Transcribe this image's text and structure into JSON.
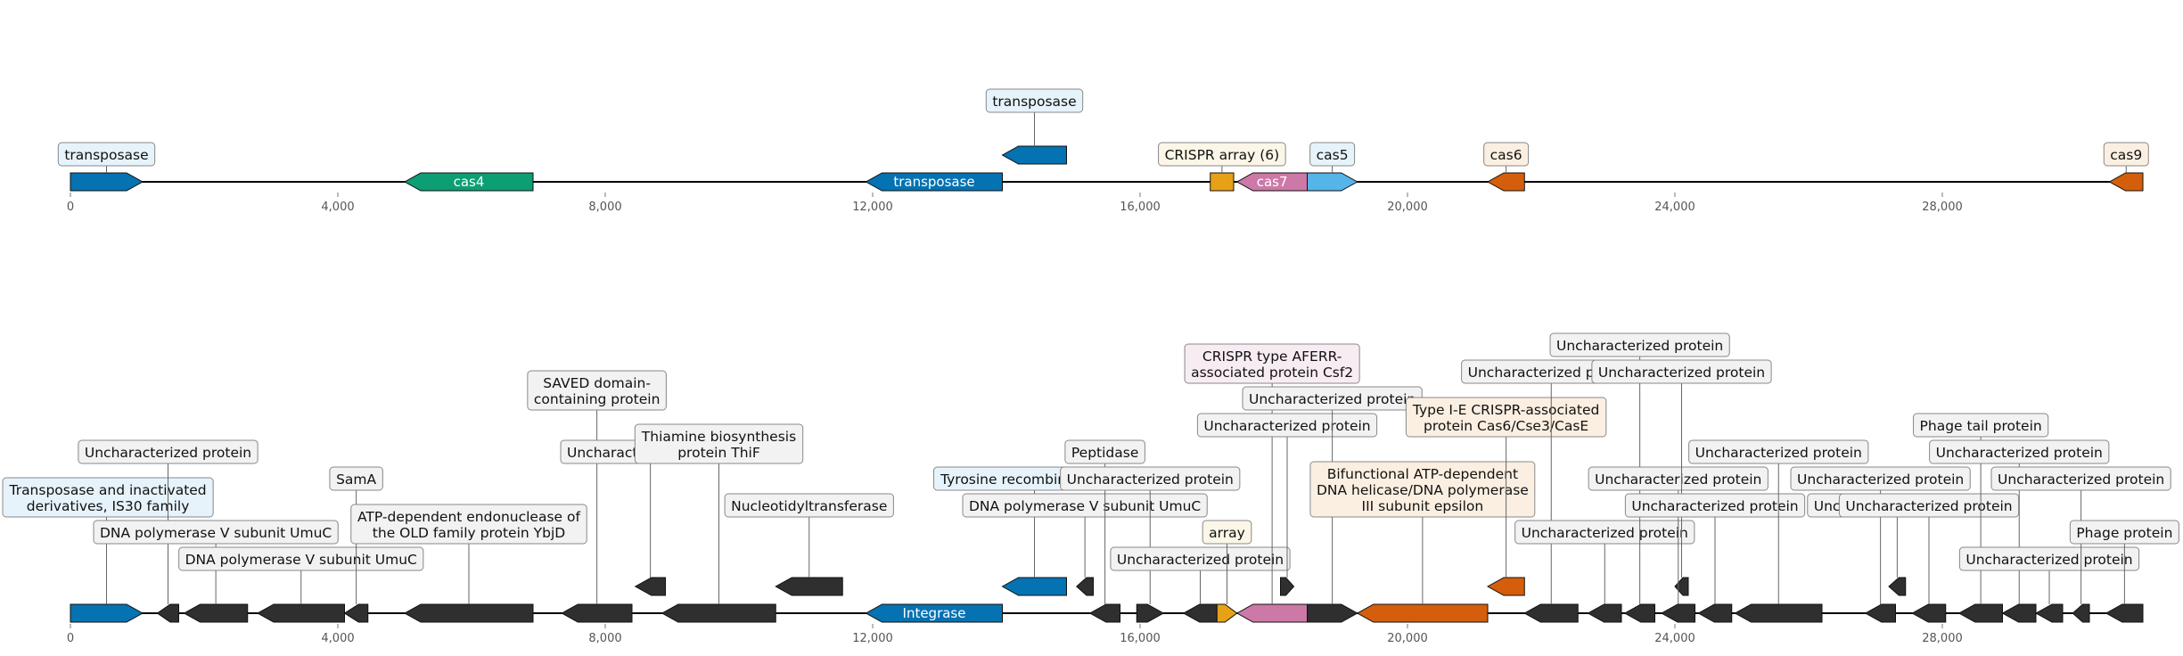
{
  "colors": {
    "transposase": "#0572b2",
    "cas4": "#0c9e74",
    "crispr_array": "#e7a116",
    "cas7": "#cc79a7",
    "cas5": "#55b4e8",
    "cas6": "#d45e0c",
    "cas9": "#d45e0c",
    "integrase": "#0572b2",
    "other": "#2f2f2f",
    "label_blue_bg": "#e6f3fb",
    "label_orange_bg": "#fbefe1",
    "label_yellow_bg": "#fbf6e7",
    "label_pink_bg": "#f8ecf3",
    "label_gray_bg": "#f2f2f2"
  },
  "axis_ticks": [
    {
      "value": 0,
      "label": "0"
    },
    {
      "value": 4000,
      "label": "4,000"
    },
    {
      "value": 8000,
      "label": "8,000"
    },
    {
      "value": 12000,
      "label": "12,000"
    },
    {
      "value": 16000,
      "label": "16,000"
    },
    {
      "value": 20000,
      "label": "20,000"
    },
    {
      "value": 24000,
      "label": "24,000"
    },
    {
      "value": 28000,
      "label": "28,000"
    }
  ],
  "tracks": [
    {
      "name": "top",
      "genes": [
        {
          "start": 0,
          "end": 1080,
          "strand": 1,
          "row": 0,
          "color": "transposase",
          "text": "",
          "label": "transposase",
          "lrow": 0,
          "lbg": "label_blue_bg"
        },
        {
          "start": 5000,
          "end": 6920,
          "strand": -1,
          "row": 0,
          "color": "cas4",
          "text": "cas4",
          "label": "",
          "lrow": 0,
          "lbg": "label_gray_bg"
        },
        {
          "start": 11900,
          "end": 13940,
          "strand": -1,
          "row": 0,
          "color": "transposase",
          "text": "transposase",
          "label": "",
          "lrow": 0,
          "lbg": "label_gray_bg"
        },
        {
          "start": 13940,
          "end": 14900,
          "strand": -1,
          "row": 1,
          "color": "transposase",
          "text": "",
          "label": "transposase",
          "lrow": 1,
          "lbg": "label_blue_bg"
        },
        {
          "start": 17050,
          "end": 17400,
          "strand": 0,
          "row": 0,
          "color": "crispr_array",
          "text": "",
          "label": "CRISPR array (6)",
          "lrow": 0,
          "lbg": "label_yellow_bg"
        },
        {
          "start": 17450,
          "end": 18500,
          "strand": -1,
          "row": 0,
          "color": "cas7",
          "text": "cas7",
          "label": "",
          "lrow": 0,
          "lbg": "label_gray_bg"
        },
        {
          "start": 18500,
          "end": 19250,
          "strand": 1,
          "row": 0,
          "color": "cas5",
          "text": "",
          "label": "cas5",
          "lrow": 0,
          "lbg": "label_blue_bg"
        },
        {
          "start": 21200,
          "end": 21750,
          "strand": -1,
          "row": 0,
          "color": "cas6",
          "text": "",
          "label": "cas6",
          "lrow": 0,
          "lbg": "label_orange_bg"
        },
        {
          "start": 30500,
          "end": 31000,
          "strand": -1,
          "row": 0,
          "color": "cas9",
          "text": "",
          "label": "cas9",
          "lrow": 0,
          "lbg": "label_orange_bg"
        }
      ]
    },
    {
      "name": "bottom",
      "genes": [
        {
          "start": 0,
          "end": 1080,
          "strand": 1,
          "row": 0,
          "color": "transposase",
          "text": "",
          "label": "Transposase and inactivated\nderivatives, IS30 family",
          "lrow": 3,
          "lbg": "label_blue_bg"
        },
        {
          "start": 1300,
          "end": 1620,
          "strand": -1,
          "row": 0,
          "color": "other",
          "text": "",
          "label": "Uncharacterized protein",
          "lrow": 5,
          "lbg": "label_gray_bg"
        },
        {
          "start": 1700,
          "end": 2650,
          "strand": -1,
          "row": 0,
          "color": "other",
          "text": "",
          "label": "DNA polymerase V subunit UmuC",
          "lrow": 2,
          "lbg": "label_gray_bg"
        },
        {
          "start": 2800,
          "end": 4100,
          "strand": -1,
          "row": 0,
          "color": "other",
          "text": "",
          "label": "DNA polymerase V subunit UmuC",
          "lrow": 1,
          "lbg": "label_gray_bg"
        },
        {
          "start": 4100,
          "end": 4450,
          "strand": -1,
          "row": 0,
          "color": "other",
          "text": "",
          "label": "SamA",
          "lrow": 4,
          "lbg": "label_gray_bg"
        },
        {
          "start": 5000,
          "end": 6920,
          "strand": -1,
          "row": 0,
          "color": "other",
          "text": "",
          "label": "ATP-dependent endonuclease of\nthe OLD family protein YbjD",
          "lrow": 2,
          "lbg": "label_gray_bg"
        },
        {
          "start": 7350,
          "end": 8400,
          "strand": -1,
          "row": 0,
          "color": "other",
          "text": "",
          "label": "SAVED domain-\ncontaining protein",
          "lrow": 7,
          "lbg": "label_gray_bg"
        },
        {
          "start": 8450,
          "end": 8900,
          "strand": -1,
          "row": 1,
          "color": "other",
          "text": "",
          "label": "Uncharacterized protein",
          "lrow": 4,
          "lbg": "label_gray_bg"
        },
        {
          "start": 8850,
          "end": 10550,
          "strand": -1,
          "row": 0,
          "color": "other",
          "text": "",
          "label": "Thiamine biosynthesis\nprotein ThiF",
          "lrow": 5,
          "lbg": "label_gray_bg"
        },
        {
          "start": 10550,
          "end": 11550,
          "strand": -1,
          "row": 1,
          "color": "other",
          "text": "",
          "label": "Nucleotidyltransferase",
          "lrow": 2,
          "lbg": "label_gray_bg"
        },
        {
          "start": 11900,
          "end": 13940,
          "strand": -1,
          "row": 0,
          "color": "integrase",
          "text": "Integrase",
          "label": "",
          "lrow": 0,
          "lbg": "label_gray_bg"
        },
        {
          "start": 13940,
          "end": 14900,
          "strand": -1,
          "row": 1,
          "color": "integrase",
          "text": "",
          "label": "Tyrosine recombinase XerD",
          "lrow": 3,
          "lbg": "label_blue_bg"
        },
        {
          "start": 15050,
          "end": 15300,
          "strand": -1,
          "row": 1,
          "color": "other",
          "text": "",
          "label": "DNA polymerase V subunit UmuC",
          "lrow": 2,
          "lbg": "label_gray_bg"
        },
        {
          "start": 15250,
          "end": 15700,
          "strand": -1,
          "row": 0,
          "color": "other",
          "text": "",
          "label": "Peptidase",
          "lrow": 5,
          "lbg": "label_gray_bg"
        },
        {
          "start": 15950,
          "end": 16350,
          "strand": 1,
          "row": 0,
          "color": "other",
          "text": "",
          "label": "Uncharacterized protein",
          "lrow": 4,
          "lbg": "label_gray_bg"
        },
        {
          "start": 16650,
          "end": 17150,
          "strand": -1,
          "row": 0,
          "color": "other",
          "text": "",
          "label": "Uncharacterized protein",
          "lrow": 1,
          "lbg": "label_gray_bg"
        },
        {
          "start": 17150,
          "end": 17450,
          "strand": 1,
          "row": 0,
          "color": "crispr_array",
          "text": "",
          "label": "array",
          "lrow": 2,
          "lbg": "label_yellow_bg"
        },
        {
          "start": 17450,
          "end": 18500,
          "strand": -1,
          "row": 0,
          "color": "cas7",
          "text": "",
          "label": "CRISPR type AFERR-\nassociated protein Csf2",
          "lrow": 8,
          "lbg": "label_pink_bg"
        },
        {
          "start": 18100,
          "end": 18300,
          "strand": 1,
          "row": 1,
          "color": "other",
          "text": "",
          "label": "Uncharacterized protein",
          "lrow": 5,
          "lbg": "label_gray_bg"
        },
        {
          "start": 18500,
          "end": 19250,
          "strand": 1,
          "row": 0,
          "color": "other",
          "text": "",
          "label": "Uncharacterized protein",
          "lrow": 7,
          "lbg": "label_gray_bg"
        },
        {
          "start": 19250,
          "end": 21200,
          "strand": -1,
          "row": 0,
          "color": "cas6",
          "text": "",
          "label": "Bifunctional ATP-dependent\nDNA helicase/DNA polymerase\nIII subunit epsilon",
          "lrow": 3,
          "lbg": "label_orange_bg"
        },
        {
          "start": 21200,
          "end": 21750,
          "strand": -1,
          "row": 1,
          "color": "cas6",
          "text": "",
          "label": "Type I-E CRISPR-associated\nprotein Cas6/Cse3/CasE",
          "lrow": 5,
          "lbg": "label_orange_bg"
        },
        {
          "start": 21750,
          "end": 22550,
          "strand": -1,
          "row": 0,
          "color": "other",
          "text": "",
          "label": "Uncharacterized protein",
          "lrow": 8,
          "lbg": "label_gray_bg"
        },
        {
          "start": 22700,
          "end": 23200,
          "strand": -1,
          "row": 0,
          "color": "other",
          "text": "",
          "label": "Uncharacterized protein",
          "lrow": 2,
          "lbg": "label_gray_bg"
        },
        {
          "start": 23250,
          "end": 23700,
          "strand": -1,
          "row": 0,
          "color": "other",
          "text": "",
          "label": "Uncharacterized protein",
          "lrow": 9,
          "lbg": "label_gray_bg"
        },
        {
          "start": 23800,
          "end": 24300,
          "strand": -1,
          "row": 0,
          "color": "other",
          "text": "",
          "label": "Uncharacterized protein",
          "lrow": 4,
          "lbg": "label_gray_bg"
        },
        {
          "start": 24000,
          "end": 24200,
          "strand": -1,
          "row": 1,
          "color": "other",
          "text": "",
          "label": "Uncharacterized protein",
          "lrow": 7,
          "lbg": "label_gray_bg"
        },
        {
          "start": 24350,
          "end": 24850,
          "strand": -1,
          "row": 0,
          "color": "other",
          "text": "",
          "label": "Uncharacterized protein",
          "lrow": 3,
          "lbg": "label_gray_bg"
        },
        {
          "start": 24900,
          "end": 26200,
          "strand": -1,
          "row": 0,
          "color": "other",
          "text": "",
          "label": "Uncharacterized protein",
          "lrow": 5,
          "lbg": "label_gray_bg"
        },
        {
          "start": 26850,
          "end": 27300,
          "strand": -1,
          "row": 0,
          "color": "other",
          "text": "",
          "label": "Uncharacterized protein",
          "lrow": 4,
          "lbg": "label_gray_bg"
        },
        {
          "start": 27200,
          "end": 27450,
          "strand": -1,
          "row": 1,
          "color": "other",
          "text": "",
          "label": "Uncharacterized protein",
          "lrow": 2,
          "lbg": "label_gray_bg"
        },
        {
          "start": 27550,
          "end": 28050,
          "strand": -1,
          "row": 0,
          "color": "other",
          "text": "",
          "label": "Uncharacterized protein",
          "lrow": 3,
          "lbg": "label_gray_bg"
        },
        {
          "start": 28250,
          "end": 28900,
          "strand": -1,
          "row": 0,
          "color": "other",
          "text": "",
          "label": "Phage tail protein",
          "lrow": 6,
          "lbg": "label_gray_bg"
        },
        {
          "start": 28900,
          "end": 29400,
          "strand": -1,
          "row": 0,
          "color": "other",
          "text": "",
          "label": "Uncharacterized protein",
          "lrow": 5,
          "lbg": "label_gray_bg"
        },
        {
          "start": 29400,
          "end": 29800,
          "strand": -1,
          "row": 0,
          "color": "other",
          "text": "",
          "label": "Uncharacterized protein",
          "lrow": 1,
          "lbg": "label_gray_bg"
        },
        {
          "start": 29950,
          "end": 30200,
          "strand": -1,
          "row": 0,
          "color": "other",
          "text": "",
          "label": "Uncharacterized protein",
          "lrow": 4,
          "lbg": "label_gray_bg"
        },
        {
          "start": 30450,
          "end": 31000,
          "strand": -1,
          "row": 0,
          "color": "other",
          "text": "",
          "label": "Phage protein",
          "lrow": 2,
          "lbg": "label_gray_bg"
        }
      ]
    }
  ]
}
